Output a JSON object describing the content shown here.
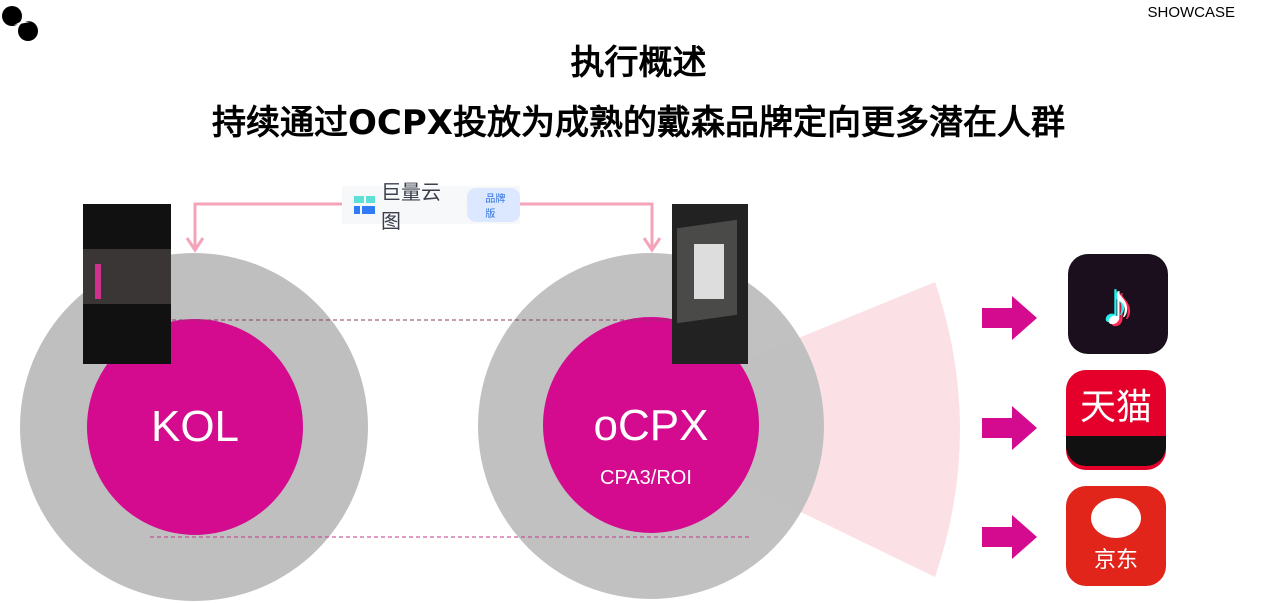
{
  "header": {
    "brand": "SHOWCASE",
    "title": "执行概述",
    "subtitle": "持续通过OCPX投放为成熟的戴森品牌定向更多潜在人群"
  },
  "connector": {
    "logo_text": "巨量云图",
    "badge": "品牌版"
  },
  "left": {
    "label": "KOL"
  },
  "right": {
    "label": "oCPX",
    "sublabel": "CPA3/ROI"
  },
  "apps": [
    {
      "name": "抖音"
    },
    {
      "name": "天猫",
      "text": "天猫"
    },
    {
      "name": "京东",
      "text": "京东"
    }
  ],
  "colors": {
    "magenta": "#d40a8f",
    "gray": "#bfbfbf",
    "pink": "#f5a3b8",
    "fan": "#fbe1e5",
    "tmall": "#e4002b",
    "jd": "#e1251b"
  }
}
